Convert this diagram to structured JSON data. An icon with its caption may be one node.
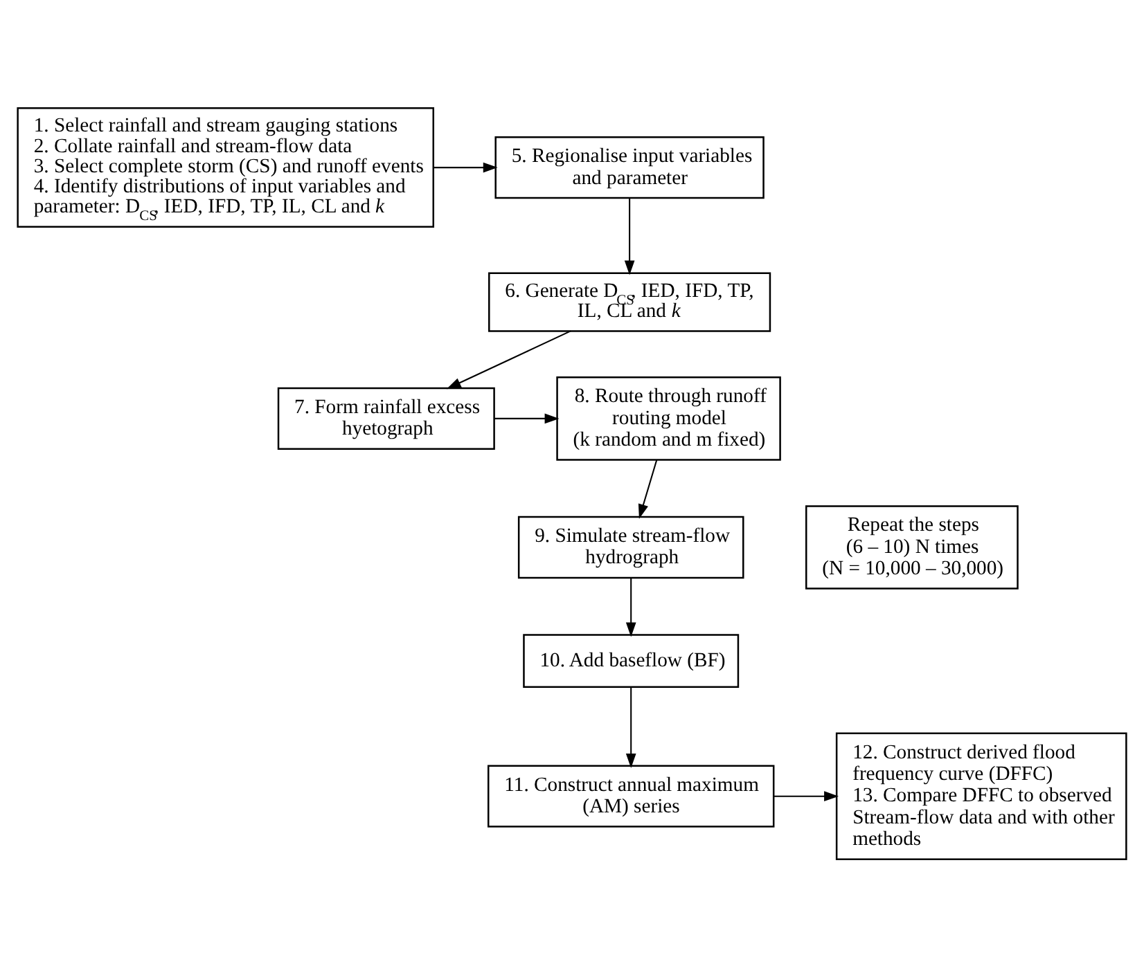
{
  "diagram": {
    "nodes": [
      {
        "text": [
          "1. Select rainfall and stream gauging stations",
          "2. Collate rainfall and stream-flow data",
          "3. Select complete storm (CS) and runoff events",
          "4. Identify distributions of input variables and parameter: D$_{CS}$, IED, IFD, TP, IL, CL and *k*"
        ]
      },
      {
        "text": [
          "5. Regionalise input variables and parameter"
        ]
      },
      {
        "text": [
          "6. Generate D$_{CS}$, IED, IFD, TP, IL, CL and *k*"
        ]
      },
      {
        "text": [
          "7. Form rainfall excess hyetograph"
        ]
      },
      {
        "text": [
          "8. Route through runoff routing model (k random and m fixed)"
        ]
      },
      {
        "text": [
          "9. Simulate stream-flow hydrograph"
        ]
      },
      {
        "text": [
          "10. Add baseflow (BF)"
        ]
      },
      {
        "text": [
          "11. Construct annual maximum (AM) series"
        ]
      },
      {
        "text": [
          "12. Construct derived flood frequency curve (DFFC)",
          "13. Compare DFFC to observed Stream-flow data and with other methods"
        ]
      },
      {
        "text": [
          "Repeat the steps (6 – 10) N times (N = 10,000 – 30,000)"
        ]
      }
    ],
    "edges": [
      {
        "from": 0,
        "to": 1,
        "arrow": "to"
      },
      {
        "from": 1,
        "to": 2,
        "arrow": "to"
      },
      {
        "from": 2,
        "to": 3,
        "arrow": "to"
      },
      {
        "from": 3,
        "to": 4,
        "arrow": "to"
      },
      {
        "from": 4,
        "to": 5,
        "arrow": "to"
      },
      {
        "from": 5,
        "to": 6,
        "arrow": "to"
      },
      {
        "from": 6,
        "to": 7,
        "arrow": "to"
      },
      {
        "from": 7,
        "to": 8,
        "arrow": "to"
      }
    ]
  }
}
